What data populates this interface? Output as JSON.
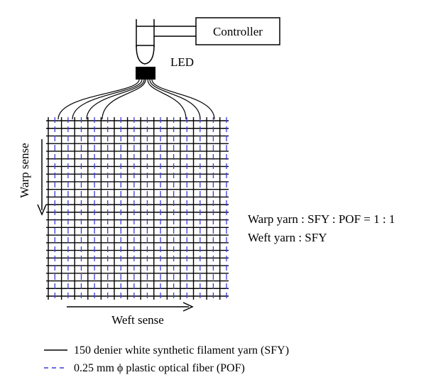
{
  "controller": {
    "label": "Controller"
  },
  "led": {
    "label": "LED"
  },
  "labels": {
    "warp_sense": "Warp sense",
    "weft_sense": "Weft sense",
    "warp_yarn": "Warp yarn : SFY : POF = 1 : 1",
    "weft_yarn": "Weft yarn : SFY"
  },
  "legend": [
    {
      "style": "solid",
      "text": "150 denier white synthetic filament yarn (SFY)"
    },
    {
      "style": "dashed",
      "text": "0.25 mm ϕ plastic optical fiber (POF)"
    }
  ],
  "colors": {
    "sfy": "#000000",
    "pof": "#3a3ad6"
  }
}
